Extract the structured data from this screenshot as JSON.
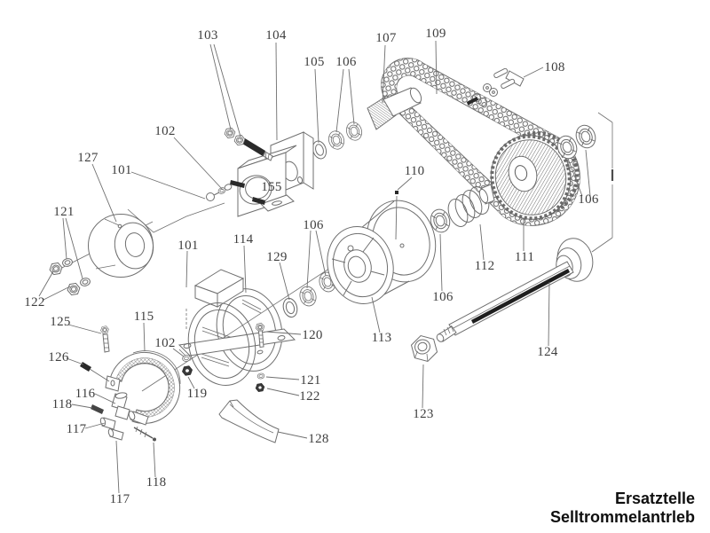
{
  "page": {
    "colors": {
      "background": "#ffffff",
      "line": "#6f6f6f",
      "dark": "#2a2a2a",
      "label": "#3e3e3e",
      "title": "#0f0f0f"
    }
  },
  "title": {
    "line1": "Ersatztelle",
    "line2": "Selltrommelantrleb"
  },
  "callouts": [
    {
      "text": "103"
    },
    {
      "text": "104"
    },
    {
      "text": "105"
    },
    {
      "text": "106"
    },
    {
      "text": "107"
    },
    {
      "text": "109"
    },
    {
      "text": "108"
    },
    {
      "text": "102"
    },
    {
      "text": "127"
    },
    {
      "text": "101"
    },
    {
      "text": "110"
    },
    {
      "text": "155"
    },
    {
      "text": "121"
    },
    {
      "text": "106"
    },
    {
      "text": "106"
    },
    {
      "text": "114"
    },
    {
      "text": "101"
    },
    {
      "text": "129"
    },
    {
      "text": "111"
    },
    {
      "text": "112"
    },
    {
      "text": "106"
    },
    {
      "text": "122"
    },
    {
      "text": "115"
    },
    {
      "text": "125"
    },
    {
      "text": "120"
    },
    {
      "text": "113"
    },
    {
      "text": "102"
    },
    {
      "text": "124"
    },
    {
      "text": "126"
    },
    {
      "text": "121"
    },
    {
      "text": "116"
    },
    {
      "text": "119"
    },
    {
      "text": "122"
    },
    {
      "text": "118"
    },
    {
      "text": "123"
    },
    {
      "text": "117"
    },
    {
      "text": "128"
    },
    {
      "text": "118"
    },
    {
      "text": "117"
    }
  ]
}
